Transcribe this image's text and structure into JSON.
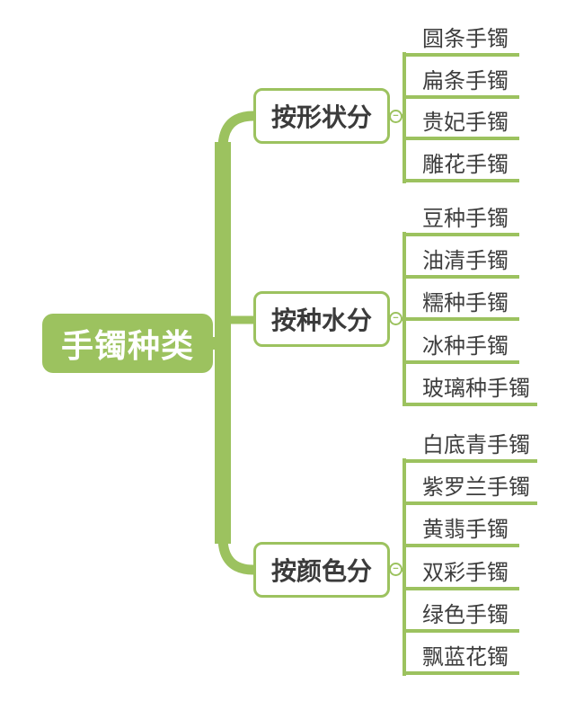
{
  "root": {
    "label": "手镯种类"
  },
  "branches": [
    {
      "label": "按形状分",
      "children": [
        "圆条手镯",
        "扁条手镯",
        "贵妃手镯",
        "雕花手镯"
      ]
    },
    {
      "label": "按种水分",
      "children": [
        "豆种手镯",
        "油清手镯",
        "糯种手镯",
        "冰种手镯",
        "玻璃种手镯"
      ]
    },
    {
      "label": "按颜色分",
      "children": [
        "白底青手镯",
        "紫罗兰手镯",
        "黄翡手镯",
        "双彩手镯",
        "绿色手镯",
        "飘蓝花镯"
      ]
    }
  ],
  "icons": {
    "collapse_glyph": "−"
  },
  "colors": {
    "accent_green": "#9cc25f",
    "text_dark": "#3e3e3e",
    "node_bg": "#ffffff",
    "root_text": "#ffffff",
    "background": "#ffffff"
  }
}
